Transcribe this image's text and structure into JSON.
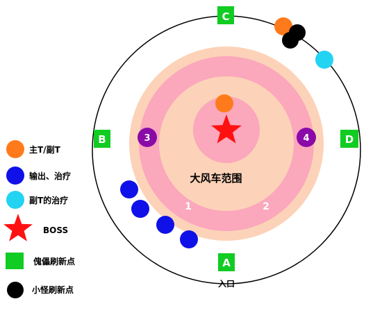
{
  "colors": {
    "tank": "#ff7a1a",
    "dps": "#1010e8",
    "off_tank_healer": "#22d3f2",
    "boss": "#ff1111",
    "spawn_point": "#11cc22",
    "add_spawn": "#000000",
    "ring_outer": "#fcd3b8",
    "ring_pink": "#fba7bc",
    "ring_inner": "#fcd3b8",
    "ring_center": "#fba7bc",
    "marker_purple": "#8a0aa8"
  },
  "diagram": {
    "gates": {
      "a": "A",
      "b": "B",
      "c": "C",
      "d": "D"
    },
    "entrance_label": "入口",
    "whirlwind_label": "大风车范围",
    "zone_labels": {
      "z1": "1",
      "z2": "2",
      "z3": "3",
      "z4": "4"
    }
  },
  "legend": {
    "tank": "主T/副T",
    "dps_healer": "输出、治疗",
    "off_tank_healer": "副T的治疗",
    "boss": "BOSS",
    "spawn_point": "傀儡刷新点",
    "add_spawn": "小怪刷新点"
  }
}
